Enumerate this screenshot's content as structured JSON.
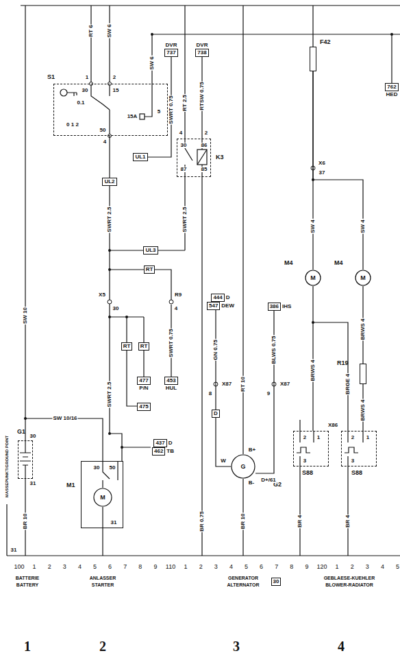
{
  "diagram": {
    "nodes": [
      {
        "text": [
          "S1"
        ]
      },
      {
        "text": [
          "DVR",
          "737"
        ]
      },
      {
        "text": [
          "DVR",
          "738"
        ]
      },
      {
        "text": [
          "F42"
        ]
      },
      {
        "text": [
          "762",
          "HED"
        ]
      },
      {
        "text": [
          "K3"
        ]
      },
      {
        "text": [
          "UL1"
        ]
      },
      {
        "text": [
          "UL2"
        ]
      },
      {
        "text": [
          "UL3"
        ]
      },
      {
        "text": [
          "RT"
        ]
      },
      {
        "text": [
          "RT"
        ]
      },
      {
        "text": [
          "RT"
        ]
      },
      {
        "text": [
          "477",
          "P/N"
        ]
      },
      {
        "text": [
          "475"
        ]
      },
      {
        "text": [
          "453",
          "HUL"
        ]
      },
      {
        "text": [
          "444",
          "D",
          "547",
          "DEW"
        ]
      },
      {
        "text": [
          "386",
          "IHS"
        ]
      },
      {
        "text": [
          "D"
        ]
      },
      {
        "text": [
          "M4",
          "M"
        ]
      },
      {
        "text": [
          "M4",
          "M"
        ]
      },
      {
        "text": [
          "R19"
        ]
      },
      {
        "text": [
          "G1"
        ]
      },
      {
        "text": [
          "M1"
        ]
      },
      {
        "text": [
          "M"
        ],
        "in": 22
      },
      {
        "text": [
          "437",
          "D",
          "462",
          "TB"
        ]
      },
      {
        "text": [
          "G2",
          "G"
        ]
      },
      {
        "text": [
          "S88"
        ]
      },
      {
        "text": [
          "S88"
        ]
      },
      {
        "text": [
          "30"
        ]
      }
    ],
    "edges": [
      {
        "from": 0,
        "to": 7,
        "arrow": "none"
      },
      {
        "from": 1,
        "to": 6,
        "arrow": "none"
      },
      {
        "from": 2,
        "to": 5,
        "arrow": "none"
      },
      {
        "from": 3,
        "to": 18,
        "arrow": "none"
      },
      {
        "from": 3,
        "to": 19,
        "arrow": "none"
      },
      {
        "from": 18,
        "to": 26,
        "arrow": "none"
      },
      {
        "from": 19,
        "to": 20,
        "arrow": "none"
      },
      {
        "from": 20,
        "to": 27,
        "arrow": "none"
      },
      {
        "from": 15,
        "to": 17,
        "arrow": "none"
      },
      {
        "from": 17,
        "to": 25,
        "arrow": "none"
      },
      {
        "from": 16,
        "to": 25,
        "arrow": "none"
      },
      {
        "from": 10,
        "to": 13,
        "arrow": "none"
      },
      {
        "from": 11,
        "to": 12,
        "arrow": "none"
      }
    ],
    "labels": [
      "RT 6",
      "SW 6",
      "SW 6",
      "1",
      "2",
      "30",
      "15",
      "0.1",
      "0 1 2",
      "15A",
      "5",
      "50",
      "4",
      "SWRT 0.75",
      "RT 2.5",
      "RTSW 0.75",
      "4",
      "2",
      "30",
      "86",
      "87",
      "85",
      "SWRT 2.5",
      "SWRT 2.5",
      "X5",
      "30",
      "R9",
      "4",
      "SWRT 0.75",
      "SWRT 2.5",
      "SW 10",
      "SW 10/16",
      "30",
      "31",
      "BR 10",
      "30",
      "50",
      "31",
      "BR 0.75",
      "GN 0.75",
      "X87",
      "8",
      "BLWS 0.75",
      "X87",
      "9",
      "RT 10",
      "BR 10",
      "B+",
      "B-",
      "D+/61",
      "W",
      "X6",
      "37",
      "SW 4",
      "SW 4",
      "BRWS 4",
      "BRWS 4",
      "BRWS 4",
      "BRGE 4",
      "X86",
      "2",
      "1",
      "3",
      "2",
      "1",
      "3",
      "BR 4",
      "BR 4",
      "31",
      "MASSEPUNKT/GROUND POINT",
      "BATTERIE",
      "BATTERY",
      "ANLASSER",
      "STARTER",
      "GENERATOR",
      "ALTERNATOR",
      "GEBLAESE-KUEHLER",
      "BLOWER-RADIATOR",
      "1",
      "2",
      "3",
      "4",
      "100",
      "1",
      "2",
      "3",
      "4",
      "5",
      "6",
      "7",
      "8",
      "9",
      "110",
      "1",
      "2",
      "3",
      "4",
      "5",
      "6",
      "7",
      "8",
      "9",
      "120",
      "1",
      "2",
      "3",
      "4",
      "5"
    ]
  }
}
